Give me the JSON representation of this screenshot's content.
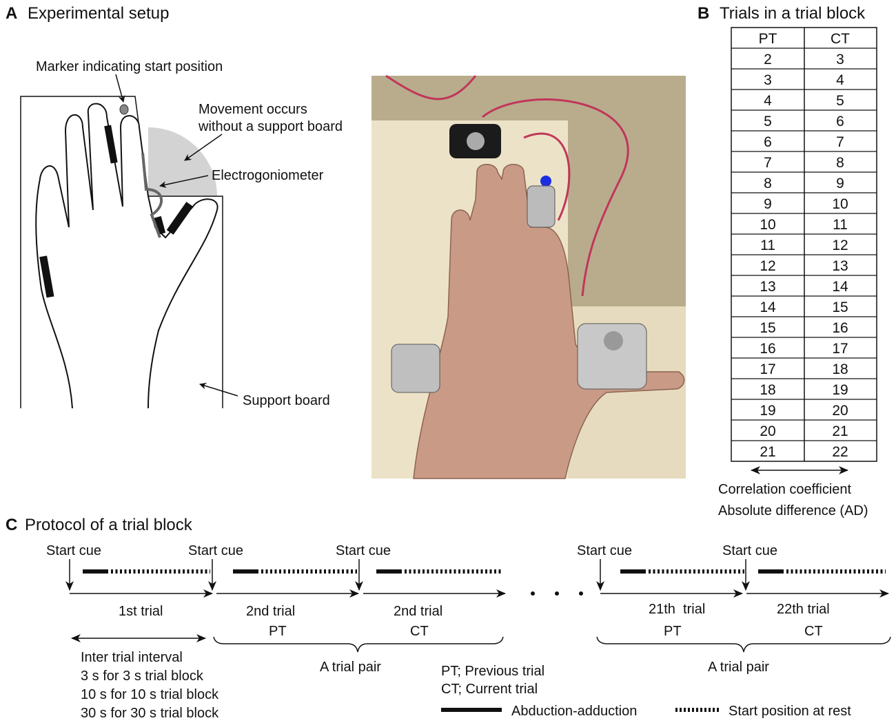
{
  "panel_a": {
    "letter": "A",
    "title": "Experimental setup",
    "labels": {
      "marker": "Marker indicating start position",
      "movement_1": "Movement occurs",
      "movement_2": "without a support board",
      "electrogoniometer": "Electrogoniometer",
      "support_board": "Support board"
    }
  },
  "panel_b": {
    "letter": "B",
    "title": "Trials in a trial block",
    "headers": [
      "PT",
      "CT"
    ],
    "rows": [
      [
        "2",
        "3"
      ],
      [
        "3",
        "4"
      ],
      [
        "4",
        "5"
      ],
      [
        "5",
        "6"
      ],
      [
        "6",
        "7"
      ],
      [
        "7",
        "8"
      ],
      [
        "8",
        "9"
      ],
      [
        "9",
        "10"
      ],
      [
        "10",
        "11"
      ],
      [
        "11",
        "12"
      ],
      [
        "12",
        "13"
      ],
      [
        "13",
        "14"
      ],
      [
        "14",
        "15"
      ],
      [
        "15",
        "16"
      ],
      [
        "16",
        "17"
      ],
      [
        "17",
        "18"
      ],
      [
        "18",
        "19"
      ],
      [
        "19",
        "20"
      ],
      [
        "20",
        "21"
      ],
      [
        "21",
        "22"
      ]
    ],
    "measures": [
      "Correlation coefficient",
      "Absolute difference (AD)"
    ]
  },
  "panel_c": {
    "letter": "C",
    "title": "Protocol of a trial block",
    "start_cue": "Start cue",
    "trials": {
      "t1": "1st trial",
      "t2pt": "2nd trial",
      "t2ct": "2nd trial",
      "t21": "21th  trial",
      "t22": "22th trial",
      "pt": "PT",
      "ct": "CT"
    },
    "pair": "A trial pair",
    "iti": [
      "Inter trial interval",
      "3 s for 3 s trial block",
      "10 s for 10 s trial block",
      "30 s for 30 s trial block"
    ],
    "legend": {
      "pt": "PT; Previous trial",
      "ct": "CT; Current trial",
      "abduction": "Abduction-adduction",
      "rest": "Start position at rest"
    }
  },
  "colors": {
    "gray_area": "#d3d3d3",
    "goniometer": "#666666",
    "photo_bg": "#e9dcc0",
    "wire": "#c0365a",
    "marker_blue": "#1a2fe0"
  }
}
